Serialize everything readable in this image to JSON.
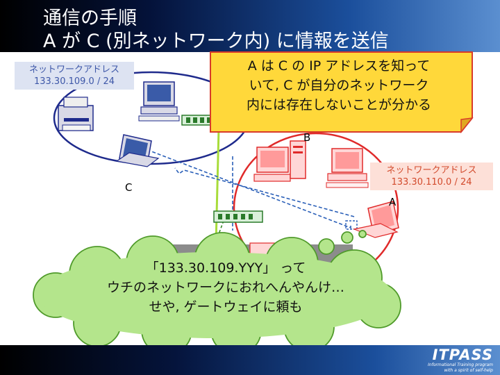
{
  "title": {
    "line1": "通信の手順",
    "line2": "A が C (別ネットワーク内) に情報を送信"
  },
  "networks": {
    "c_side": {
      "label": "ネットワークアドレス",
      "address": "133.30.109.0 / 24",
      "color": "#3d57a8"
    },
    "a_side": {
      "label": "ネットワークアドレス",
      "address": "133.30.110.0 / 24",
      "color": "#d24a2c"
    }
  },
  "nodes": {
    "a": "A",
    "b": "B",
    "c": "C"
  },
  "callout": {
    "lines": [
      "A は C の IP アドレスを知って",
      "いて, C が自分のネットワーク",
      "内には存在しないことが分かる"
    ],
    "fill": "#ffd83a",
    "border": "#d83a2a"
  },
  "speech_cloud": {
    "lines": [
      "「133.30.109.YYY」 って",
      "ウチのネットワークにおれへんやんけ…",
      "せや, ゲートウェイに頼も"
    ],
    "fill": "#b4e58c",
    "border": "#4f9a2a"
  },
  "footer": {
    "logo": "ITPASS",
    "tagline1": "Informational Training program",
    "tagline2": "with a spirit of self-help"
  },
  "colors": {
    "blue_network": "#1e2a8c",
    "red_network": "#e02a2a",
    "packet_path": "#2a5fb8",
    "pointer_line": "#a8dc3a"
  }
}
